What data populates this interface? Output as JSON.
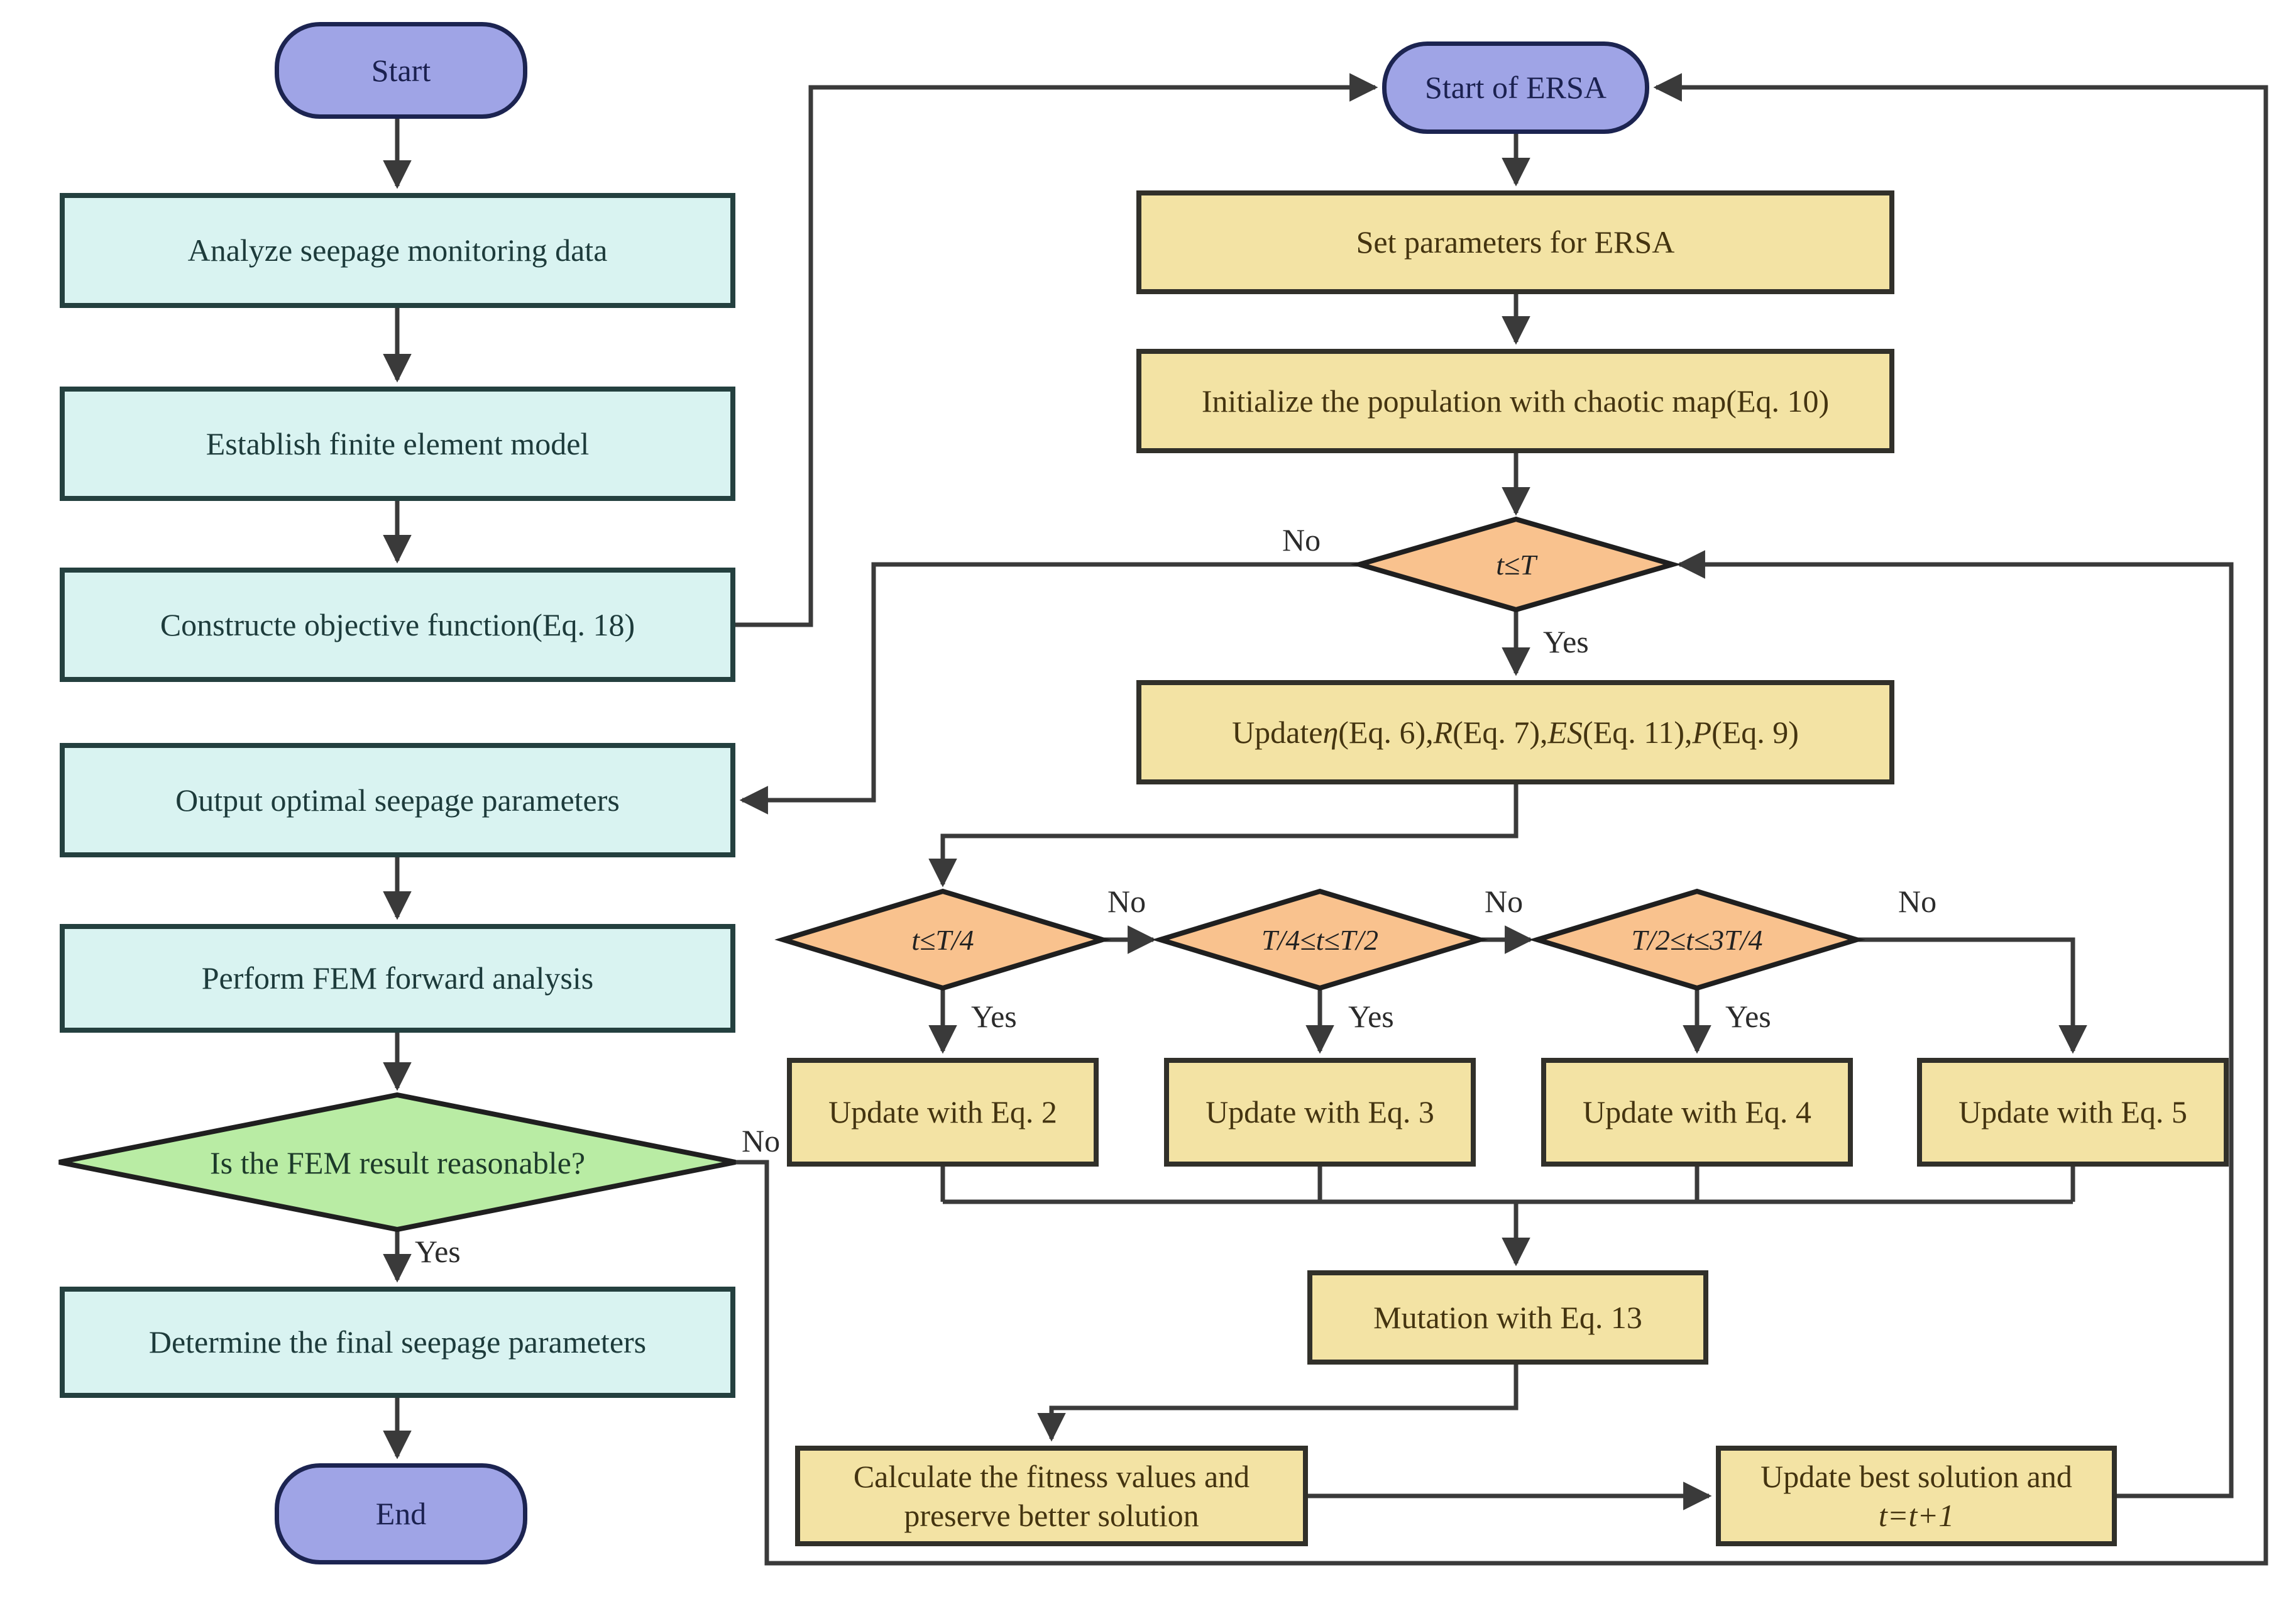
{
  "title": "ERSA seepage parameter inversion flowchart",
  "nodes": {
    "start": "Start",
    "analyze": "Analyze seepage monitoring data",
    "establish": "Establish finite element model",
    "objective": "Constructe objective function(Eq. 18)",
    "output_params": "Output optimal seepage parameters",
    "forward": "Perform FEM forward analysis",
    "fem_check": "Is the FEM result reasonable?",
    "determine": "Determine the final seepage parameters",
    "end": "End",
    "ersa_start": "Start of ERSA",
    "set_params": "Set parameters for ERSA",
    "init_pop": "Initialize the population with chaotic map(Eq. 10)",
    "t_check": "t≤T",
    "update_params": {
      "pre": "Update",
      "v1": "η",
      "t1": "(Eq. 6),",
      "v2": "R",
      "t2": "(Eq. 7),",
      "v3": "ES",
      "t3": "(Eq. 11),",
      "v4": "P",
      "t4": "(Eq. 9)"
    },
    "d1": "t≤T/4",
    "d2": "T/4≤t≤T/2",
    "d3": "T/2≤t≤3T/4",
    "eq2": "Update with Eq. 2",
    "eq3": "Update with Eq. 3",
    "eq4": "Update with Eq. 4",
    "eq5": "Update with Eq. 5",
    "mutation": "Mutation with Eq. 13",
    "calc_fitness": {
      "line1": "Calculate the fitness values and",
      "line2": "preserve better solution"
    },
    "update_best": {
      "line1": "Update best solution and",
      "line2": "t=t+1"
    }
  },
  "edge_labels": {
    "fem_yes": "Yes",
    "fem_no": "No",
    "t_yes": "Yes",
    "t_no": "No",
    "d1_yes": "Yes",
    "d1_no": "No",
    "d2_yes": "Yes",
    "d2_no": "No",
    "d3_yes": "Yes",
    "d3_no": "No"
  },
  "colors": {
    "terminal_fill": "#9fa4e6",
    "terminal_border": "#1c2451",
    "process_fill": "#d9f3f1",
    "process_border": "#24403f",
    "ersa_fill": "#f3e3a4",
    "ersa_border": "#31302a",
    "decision_orange": "#f9c28e",
    "decision_green": "#b9eca4",
    "connector": "#3a3a3a"
  }
}
